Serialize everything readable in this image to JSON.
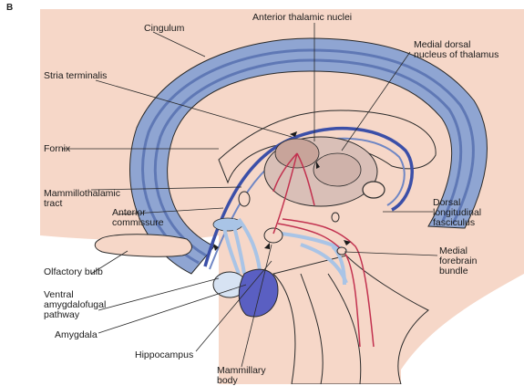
{
  "panel_label": "B",
  "labels": {
    "cingulum": "Cingulum",
    "anterior_thalamic_nuclei": "Anterior thalamic nuclei",
    "medial_dorsal_nucleus_line1": "Medial dorsal",
    "medial_dorsal_nucleus_line2": "nucleus of thalamus",
    "stria_terminalis": "Stria terminalis",
    "fornix": "Fornix",
    "mammillothalamic_tract_line1": "Mammillothalamic",
    "mammillothalamic_tract_line2": "tract",
    "anterior_commissure_line1": "Anterior",
    "anterior_commissure_line2": "commissure",
    "dorsal_longitudinal_fasciculus_line1": "Dorsal",
    "dorsal_longitudinal_fasciculus_line2": "longitudinal",
    "dorsal_longitudinal_fasciculus_line3": "fasciculus",
    "olfactory_bulb": "Olfactory bulb",
    "medial_forebrain_bundle_line1": "Medial",
    "medial_forebrain_bundle_line2": "forebrain",
    "medial_forebrain_bundle_line3": "bundle",
    "ventral_amygdalofugal_line1": "Ventral",
    "ventral_amygdalofugal_line2": "amygdalofugal",
    "ventral_amygdalofugal_line3": "pathway",
    "amygdala": "Amygdala",
    "hippocampus": "Hippocampus",
    "mammillary_body_line1": "Mammillary",
    "mammillary_body_line2": "body"
  },
  "colors": {
    "tissue": "#f6d7c8",
    "cingulum_band": "#8fa5d2",
    "cingulum_stripe": "#5f78b5",
    "deep_blue": "#3b4fa8",
    "light_blue": "#a9c4e6",
    "thalamus": "#d9bfb7",
    "red_fiber": "#c2314f",
    "outline": "#2a2a2a"
  }
}
